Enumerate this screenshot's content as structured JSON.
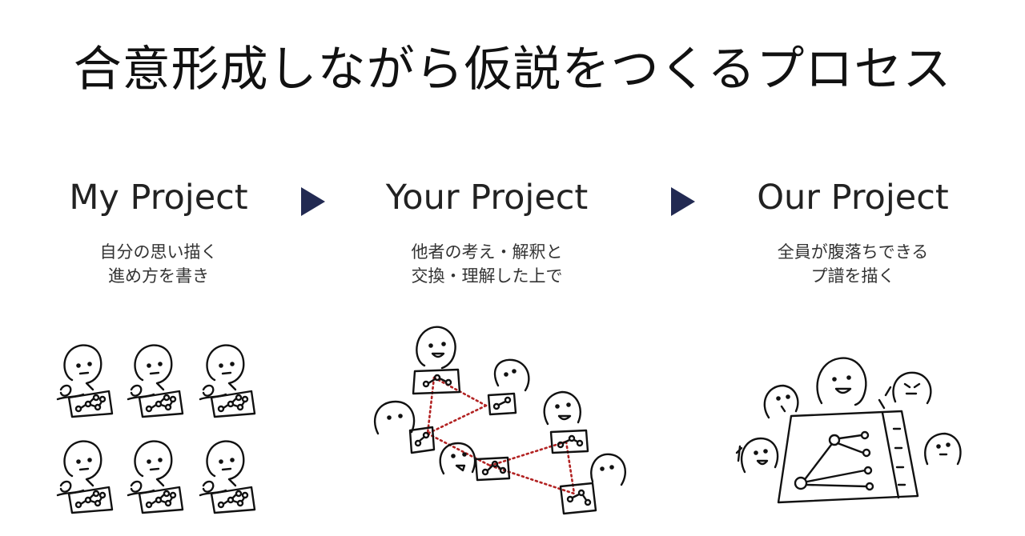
{
  "title": "合意形成しながら仮説をつくるプロセス",
  "steps": [
    {
      "heading": "My Project",
      "desc": [
        "自分の思い描く",
        "進め方を書き"
      ]
    },
    {
      "heading": "Your Project",
      "desc": [
        "他者の考え・解釈と",
        "交換・理解した上で"
      ]
    },
    {
      "heading": "Our Project",
      "desc": [
        "全員が腹落ちできる",
        "プ譜を描く"
      ]
    }
  ],
  "colors": {
    "arrow": "#222a52",
    "ink": "#111111",
    "link": "#b22222"
  },
  "icons": [
    "play-arrow-icon",
    "person-drawing-icon",
    "diagram-sheet-icon",
    "dotted-link-icon"
  ]
}
